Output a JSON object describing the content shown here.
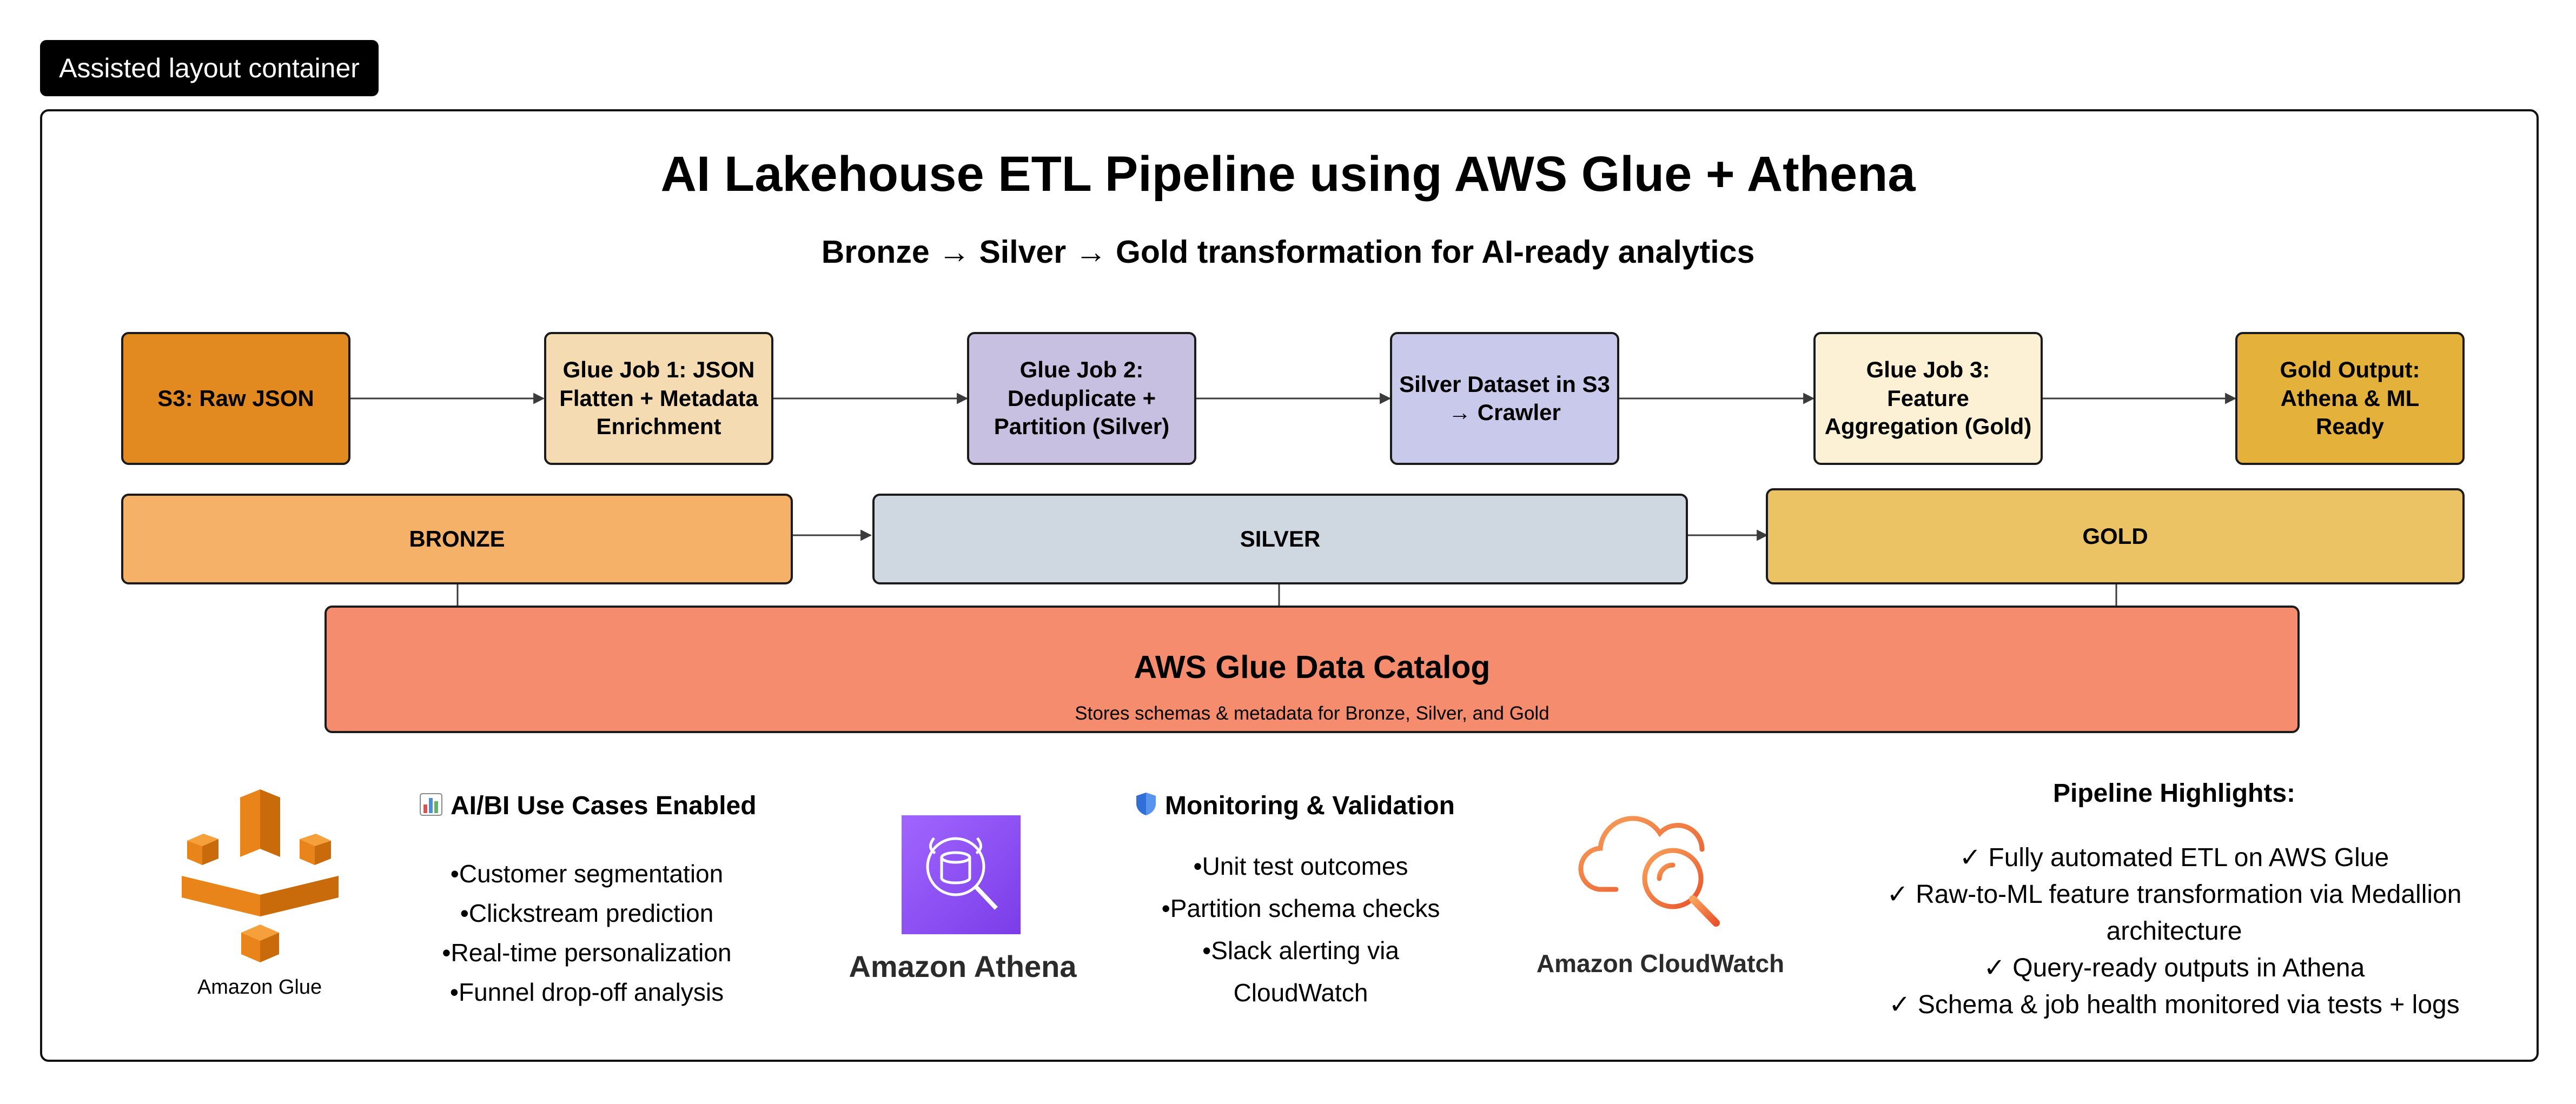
{
  "header_tag": "Assisted layout container",
  "title": "AI Lakehouse ETL Pipeline using AWS Glue + Athena",
  "subtitle": "Bronze → Silver → Gold transformation for AI-ready analytics",
  "steps": [
    {
      "label": "S3: Raw JSON",
      "color": "#E28A1F"
    },
    {
      "label": "Glue Job 1: JSON Flatten + Metadata Enrichment",
      "color": "#F4DBB1"
    },
    {
      "label": "Glue Job 2: Deduplicate + Partition (Silver)",
      "color": "#C8C0E0"
    },
    {
      "label": "Silver Dataset in S3 → Crawler",
      "color": "#C9C9EC"
    },
    {
      "label": "Glue Job 3: Feature Aggregation (Gold)",
      "color": "#FCF1D4"
    },
    {
      "label": "Gold Output: Athena & ML Ready",
      "color": "#E4B13A"
    }
  ],
  "layers": [
    {
      "label": "BRONZE",
      "color": "#F5B167"
    },
    {
      "label": "SILVER",
      "color": "#CFD7E0"
    },
    {
      "label": "GOLD",
      "color": "#EBC365"
    }
  ],
  "catalog": {
    "title": "AWS Glue Data Catalog",
    "desc": "Stores schemas & metadata for Bronze, Silver, and Gold",
    "color": "#F68C6E"
  },
  "logos": {
    "glue": "Amazon Glue",
    "athena": "Amazon Athena",
    "cloudwatch": "Amazon CloudWatch"
  },
  "use_cases": {
    "icon": "bar-chart-icon",
    "title": "AI/BI Use Cases Enabled",
    "items": [
      "Customer segmentation",
      "Clickstream prediction",
      "Real-time personalization",
      "Funnel drop-off analysis"
    ]
  },
  "monitoring": {
    "icon": "shield-icon",
    "title": "Monitoring & Validation",
    "items": [
      "Unit test outcomes",
      "Partition schema checks",
      "Slack alerting via",
      "CloudWatch"
    ]
  },
  "highlights": {
    "title": "Pipeline Highlights:",
    "items": [
      "Fully automated ETL on AWS Glue",
      "Raw-to-ML feature transformation via Medallion",
      "architecture",
      "Query-ready outputs in Athena",
      "Schema & job health monitored via tests + logs"
    ]
  }
}
